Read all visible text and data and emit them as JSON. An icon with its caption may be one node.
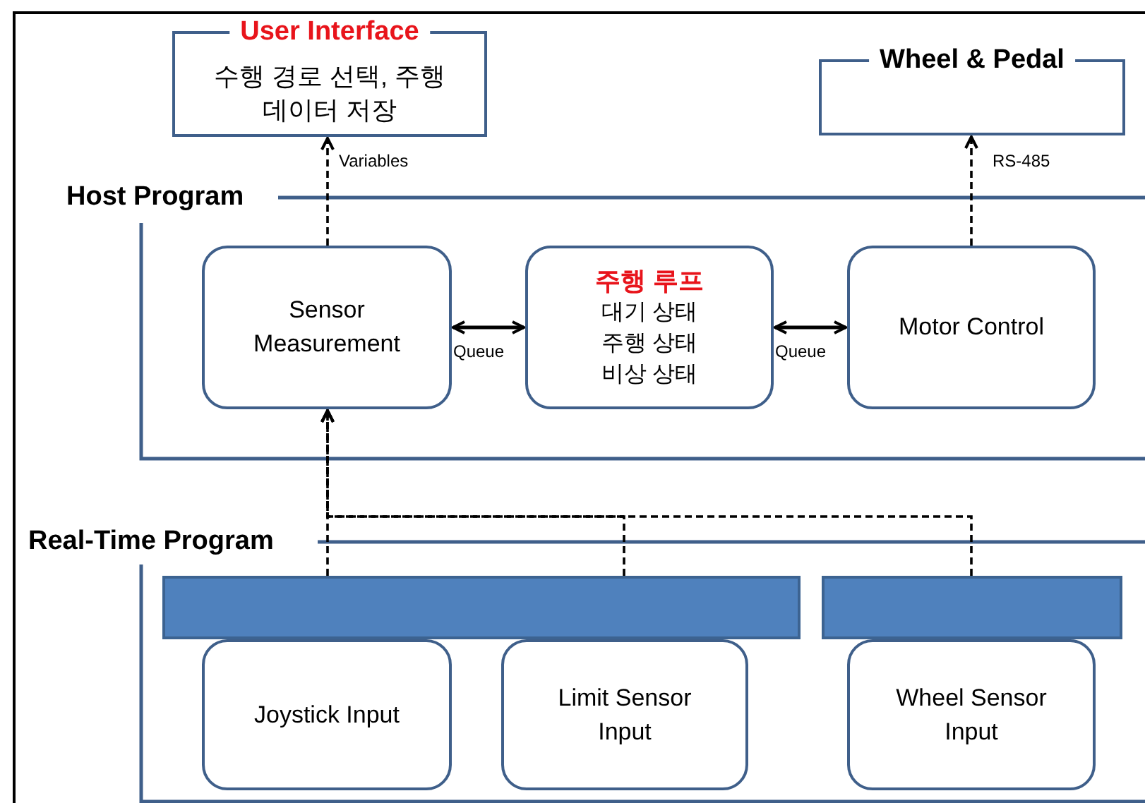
{
  "diagram": {
    "nodes": [
      {
        "text": [
          "User Interface",
          "수행 경로 선택, 주행 데이터 저장"
        ]
      },
      {
        "text": [
          "Wheel & Pedal"
        ]
      },
      {
        "text": [
          "Host Program"
        ]
      },
      {
        "text": [
          "Sensor Measurement"
        ],
        "in": 2
      },
      {
        "text": [
          "주행 루프",
          "대기 상태 주행 상태 비상 상태"
        ],
        "in": 2
      },
      {
        "text": [
          "Motor Control"
        ],
        "in": 2
      },
      {
        "text": [
          "Real-Time Program"
        ]
      },
      {
        "text": [],
        "shape": "bar",
        "in": 6
      },
      {
        "text": [],
        "shape": "bar",
        "in": 6
      },
      {
        "text": [
          "Joystick Input"
        ],
        "in": 6
      },
      {
        "text": [
          "Limit Sensor Input"
        ],
        "in": 6
      },
      {
        "text": [
          "Wheel Sensor Input"
        ],
        "in": 6
      }
    ],
    "edges": [
      {
        "from": 3,
        "to": 0,
        "arrow": "to",
        "label": "Variables",
        "style": "dashed"
      },
      {
        "from": 5,
        "to": 1,
        "arrow": "to",
        "label": "RS-485",
        "style": "dashed"
      },
      {
        "from": 3,
        "to": 4,
        "arrow": "both",
        "label": "Queue"
      },
      {
        "from": 4,
        "to": 5,
        "arrow": "both",
        "label": "Queue"
      },
      {
        "from": 7,
        "to": 3,
        "arrow": "to",
        "style": "dashed"
      },
      {
        "from": 7,
        "to": 3,
        "arrow": "to",
        "style": "dashed"
      },
      {
        "from": 8,
        "to": 3,
        "arrow": "to",
        "style": "dashed"
      }
    ]
  }
}
